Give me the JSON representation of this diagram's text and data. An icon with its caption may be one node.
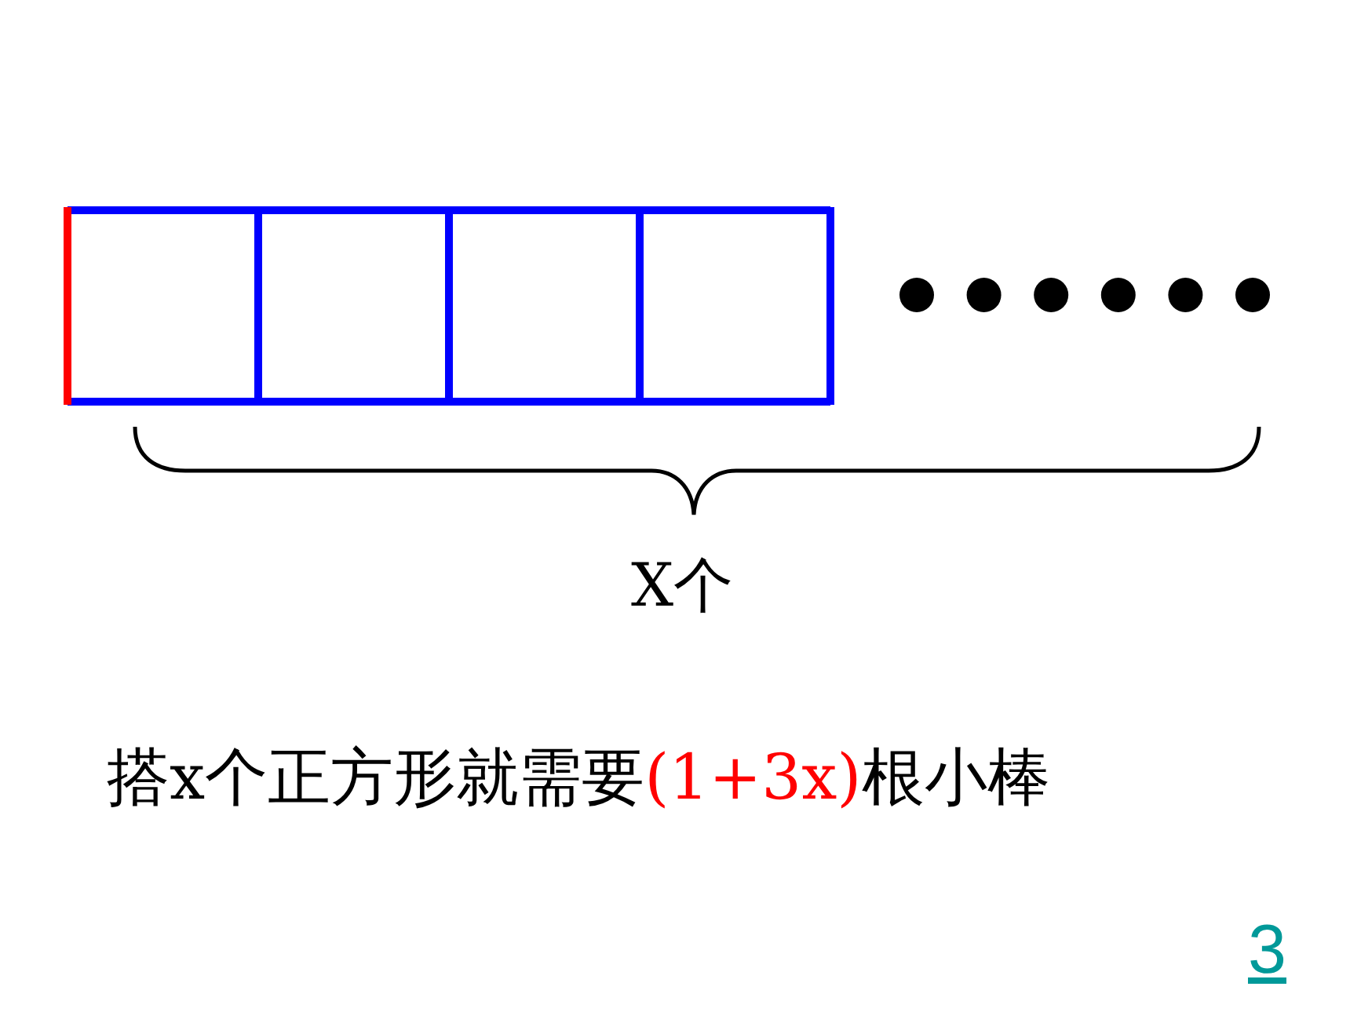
{
  "diagram": {
    "labels": [
      "X个",
      "搭x个正方形就需要",
      "(1+3x)",
      "根小棒",
      "3"
    ]
  }
}
